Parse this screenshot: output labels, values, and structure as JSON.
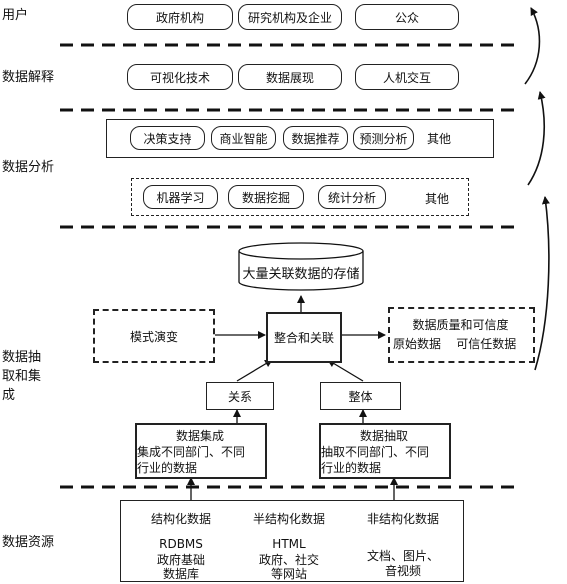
{
  "layers": {
    "user": "用户",
    "interpretation": "数据解释",
    "analysis": "数据分析",
    "extraction": "数据抽取和集成",
    "sources": "数据资源"
  },
  "user_layer": {
    "items": [
      "政府机构",
      "研究机构及企业",
      "公众"
    ]
  },
  "interpret_layer": {
    "items": [
      "可视化技术",
      "数据展现",
      "人机交互"
    ]
  },
  "analysis_layer": {
    "apps": [
      "决策支持",
      "商业智能",
      "数据推荐",
      "预测分析"
    ],
    "apps_other": "其他",
    "methods": [
      "机器学习",
      "数据挖掘",
      "统计分析"
    ],
    "methods_other": "其他"
  },
  "extract_layer": {
    "storage": "大量关联数据的存储",
    "core": "整合和关联",
    "pattern": "模式演变",
    "quality_line1": "数据质量和可信度",
    "quality_line2": "原始数据    可信任数据",
    "relation": "关系",
    "entity": "整体",
    "integration_title": "数据集成",
    "integration_desc1": "集成不同部门、不同",
    "integration_desc2": "行业的数据",
    "extract_title": "数据抽取",
    "extract_desc1": "抽取不同部门、不同",
    "extract_desc2": "行业的数据"
  },
  "sources_layer": {
    "columns": [
      {
        "title": "结构化数据",
        "line1": "RDBMS",
        "line2": "政府基础",
        "line3": "数据库"
      },
      {
        "title": "半结构化数据",
        "line1": "HTML",
        "line2": "政府、社交",
        "line3": "等网站"
      },
      {
        "title": "非结构化数据",
        "line1": "",
        "line2": "文档、图片、",
        "line3": "音视频"
      }
    ]
  }
}
